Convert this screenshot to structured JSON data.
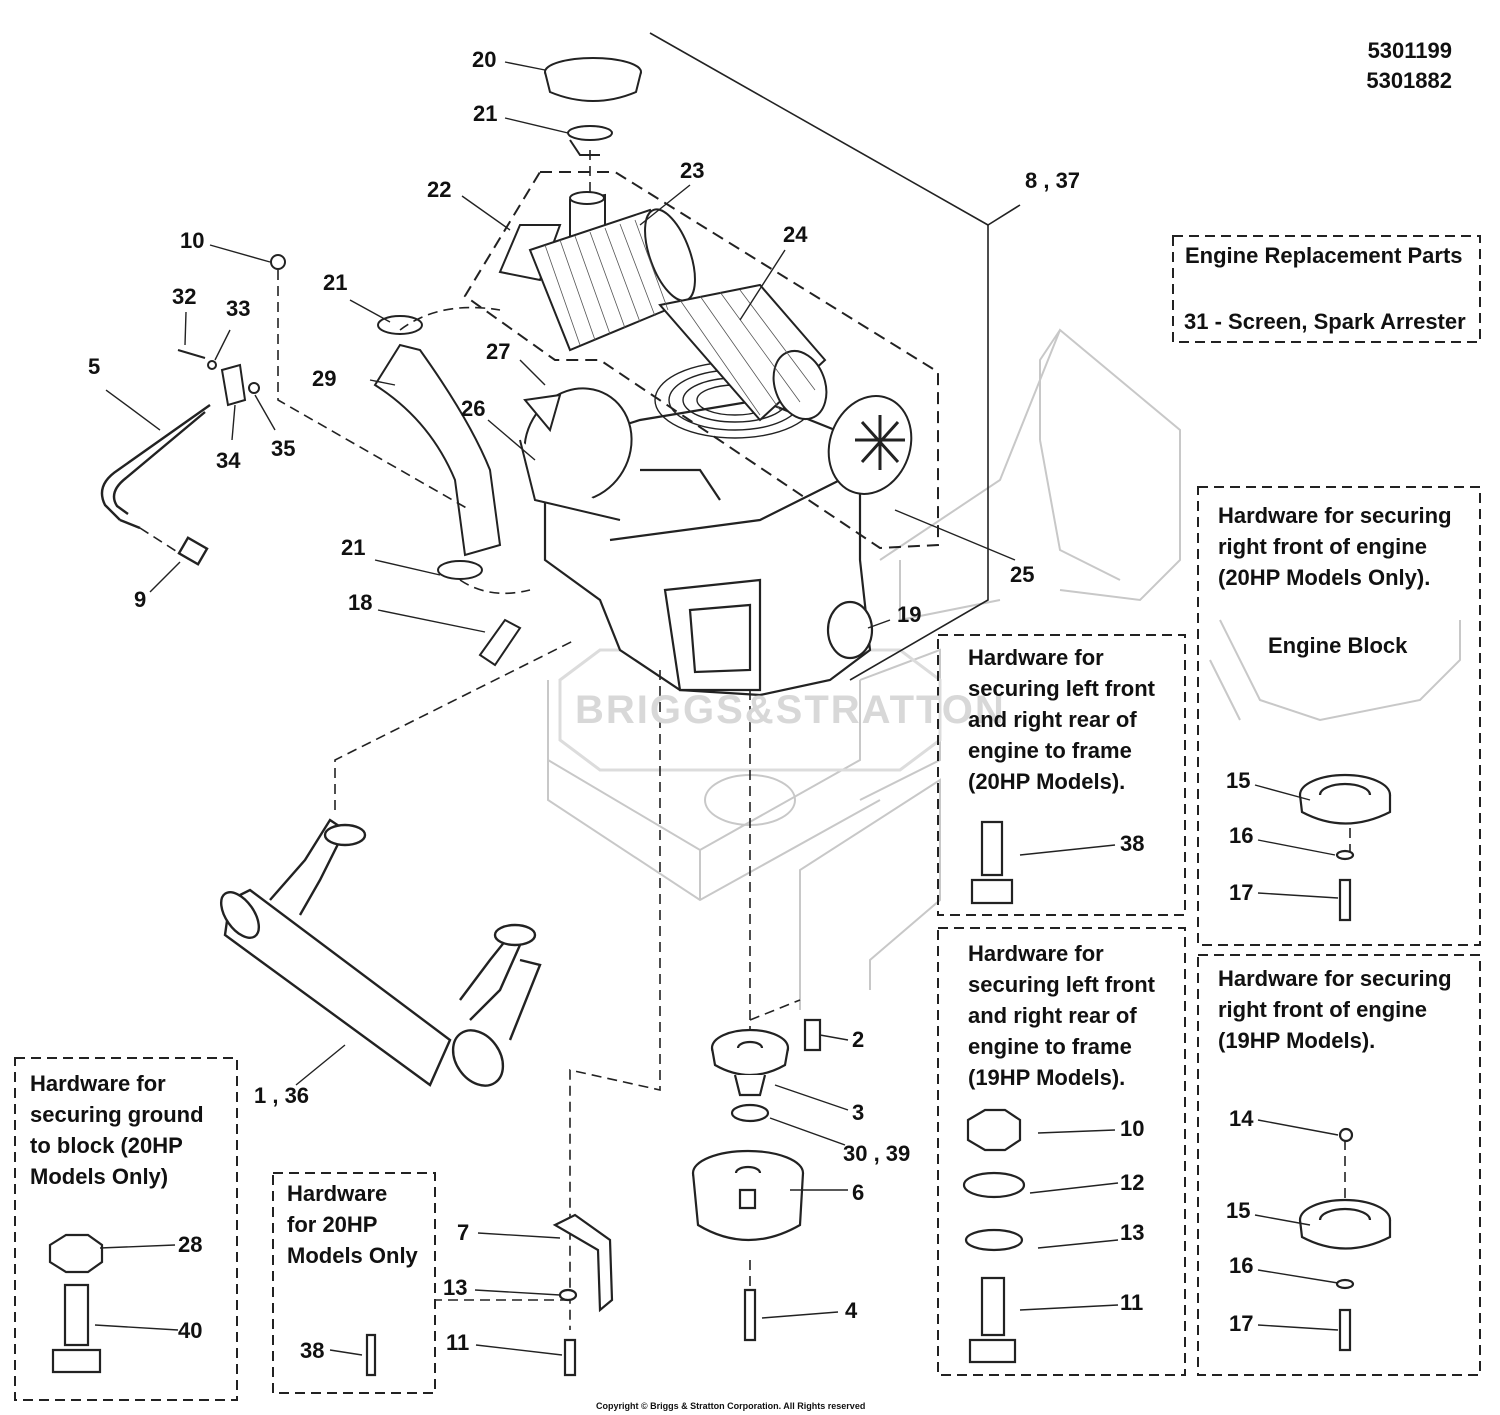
{
  "doc_numbers": [
    "5301199",
    "5301882"
  ],
  "watermark": "BRIGGS&STRATTON",
  "copyright": "Copyright © Briggs & Stratton Corporation. All Rights reserved",
  "boxes": {
    "engine_replacement": {
      "title": "Engine Replacement Parts",
      "item": "31 - Screen, Spark Arrester"
    },
    "hw_20hp_right_front": {
      "lines": [
        "Hardware for securing",
        "right front of engine",
        "(20HP Models Only)."
      ],
      "sub": "Engine Block"
    },
    "hw_20hp_left_front": {
      "lines": [
        "Hardware for",
        "securing left front",
        "and right rear of",
        "engine to frame",
        "(20HP Models)."
      ]
    },
    "hw_19hp_left_front": {
      "lines": [
        "Hardware for",
        "securing left front",
        "and right rear of",
        "engine to frame",
        "(19HP Models)."
      ]
    },
    "hw_19hp_right_front": {
      "lines": [
        "Hardware for securing",
        "right front of engine",
        "(19HP Models)."
      ]
    },
    "hw_ground_block": {
      "lines": [
        "Hardware for",
        "securing ground",
        "to block (20HP",
        "Models Only)"
      ]
    },
    "hw_20hp_only": {
      "lines": [
        "Hardware",
        "for 20HP",
        "Models Only"
      ]
    }
  },
  "callouts": {
    "c20": "20",
    "c21a": "21",
    "c23": "23",
    "c22": "22",
    "c8_37": "8 , 37",
    "c24": "24",
    "c10a": "10",
    "c21b": "21",
    "c32": "32",
    "c33": "33",
    "c27": "27",
    "c5": "5",
    "c29": "29",
    "c26": "26",
    "c34": "34",
    "c35": "35",
    "c25": "25",
    "c21c": "21",
    "c9": "9",
    "c18": "18",
    "c19": "19",
    "c38a": "38",
    "c15a": "15",
    "c16a": "16",
    "c17a": "17",
    "c2": "2",
    "c1_36": "1 , 36",
    "c3": "3",
    "c30_39": "30 , 39",
    "c6": "6",
    "c10b": "10",
    "c12": "12",
    "c13a": "13",
    "c11a": "11",
    "c7": "7",
    "c13b": "13",
    "c11b": "11",
    "c28": "28",
    "c40": "40",
    "c38b": "38",
    "c4": "4",
    "c14": "14",
    "c15b": "15",
    "c16b": "16",
    "c17b": "17"
  }
}
